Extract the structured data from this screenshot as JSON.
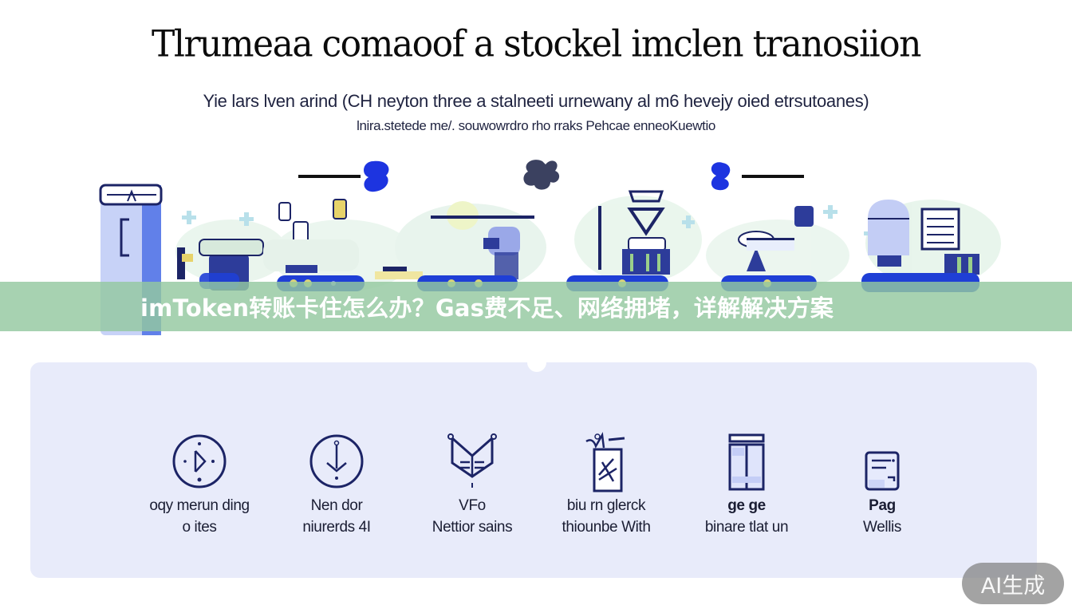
{
  "header": {
    "headline": "Tlrumeaa comaoof a stockel imclen tranosiion",
    "subtitle_line1": "Yie lars lven arind (CH neyton three a stalneeti urnewany al m6 hevejy oied etrsutoanes)",
    "subtitle_line2": "lnira.stetede me/. souwowrdro rho rraks Pehcae enneoKuewtio"
  },
  "illustration": {
    "description": "Blue/green flat-style conveyor machines illustration",
    "colors": {
      "primary_blue": "#1f3fd6",
      "navy": "#1c2466",
      "light_blue": "#b9c6f5",
      "mint": "#cfe8d6",
      "yellow": "#e8e08a"
    },
    "icons": [
      "door-panel-icon",
      "blue-bean-icon",
      "four-leaf-icon",
      "blue-2-icon"
    ]
  },
  "banner": {
    "title": "imToken转账卡住怎么办？Gas费不足、网络拥堵，详解解决方案",
    "background": "#94c8a0"
  },
  "features": [
    {
      "icon": "play-circle-icon",
      "label1": "oqy merun ding",
      "label2": "o ites",
      "bold": false
    },
    {
      "icon": "compass-circle-icon",
      "label1": "Nen dor",
      "label2": "niurerds 4I",
      "bold": false
    },
    {
      "icon": "shield-lines-icon",
      "label1": "VFo",
      "label2": "Nettior sains",
      "bold": false
    },
    {
      "icon": "glass-scribble-icon",
      "label1": "biu rn glerck",
      "label2": "thiounbe With",
      "bold": false
    },
    {
      "icon": "door-frame-icon",
      "label1": "ge ge",
      "label2": "binare tlat un",
      "bold": true
    },
    {
      "icon": "document-icon",
      "label1": "Pag",
      "label2": "Wellis",
      "bold": true
    }
  ],
  "badge": {
    "label": "AI生成"
  }
}
